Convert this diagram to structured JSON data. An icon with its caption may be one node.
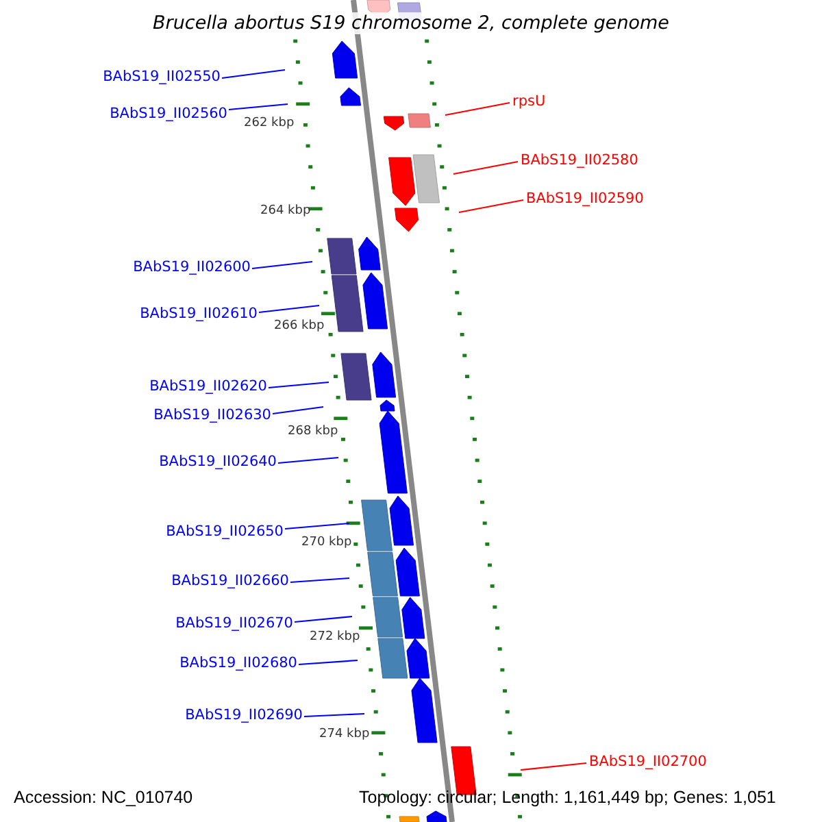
{
  "diagram": {
    "title": "Brucella abortus S19 chromosome 2, complete genome",
    "nodes": [
      {
        "text": [
          "BAbS19_II02550"
        ]
      },
      {
        "text": [
          "rpsU"
        ]
      },
      {
        "text": [
          "BAbS19_II02560"
        ]
      },
      {
        "text": [
          "BAbS19_II02580"
        ]
      },
      {
        "text": [
          "BAbS19_II02590"
        ]
      },
      {
        "text": [
          "BAbS19_II02600"
        ]
      },
      {
        "text": [
          "BAbS19_II02610"
        ]
      },
      {
        "text": [
          "BAbS19_II02620"
        ]
      },
      {
        "text": [
          "BAbS19_II02630"
        ]
      },
      {
        "text": [
          "BAbS19_II02640"
        ]
      },
      {
        "text": [
          "BAbS19_II02650"
        ]
      },
      {
        "text": [
          "BAbS19_II02660"
        ]
      },
      {
        "text": [
          "BAbS19_II02670"
        ]
      },
      {
        "text": [
          "BAbS19_II02680"
        ]
      },
      {
        "text": [
          "BAbS19_II02690"
        ]
      },
      {
        "text": [
          "BAbS19_II02700"
        ]
      }
    ],
    "edges": [
      {
        "from": 0,
        "to": null,
        "arrow": "none"
      },
      {
        "from": 1,
        "to": null,
        "arrow": "none",
        "color": "#ff0000"
      },
      {
        "from": 2,
        "to": null,
        "arrow": "none"
      },
      {
        "from": 3,
        "to": null,
        "arrow": "none",
        "color": "#ff0000"
      },
      {
        "from": 4,
        "to": null,
        "arrow": "none",
        "color": "#ff0000"
      },
      {
        "from": 5,
        "to": null,
        "arrow": "none"
      },
      {
        "from": 6,
        "to": null,
        "arrow": "none"
      },
      {
        "from": 7,
        "to": null,
        "arrow": "none"
      },
      {
        "from": 8,
        "to": null,
        "arrow": "none"
      },
      {
        "from": 9,
        "to": null,
        "arrow": "none"
      },
      {
        "from": 10,
        "to": null,
        "arrow": "none"
      },
      {
        "from": 11,
        "to": null,
        "arrow": "none"
      },
      {
        "from": 12,
        "to": null,
        "arrow": "none"
      },
      {
        "from": 13,
        "to": null,
        "arrow": "none"
      },
      {
        "from": 14,
        "to": null,
        "arrow": "none"
      },
      {
        "from": 15,
        "to": null,
        "arrow": "none",
        "color": "#ff0000"
      }
    ],
    "labels": [
      "262 kbp",
      "264 kbp",
      "266 kbp",
      "268 kbp",
      "270 kbp",
      "272 kbp",
      "274 kbp",
      "Accession: NC_010740",
      "Topology: circular; Length: 1,161,449 bp; Genes: 1,051"
    ]
  }
}
